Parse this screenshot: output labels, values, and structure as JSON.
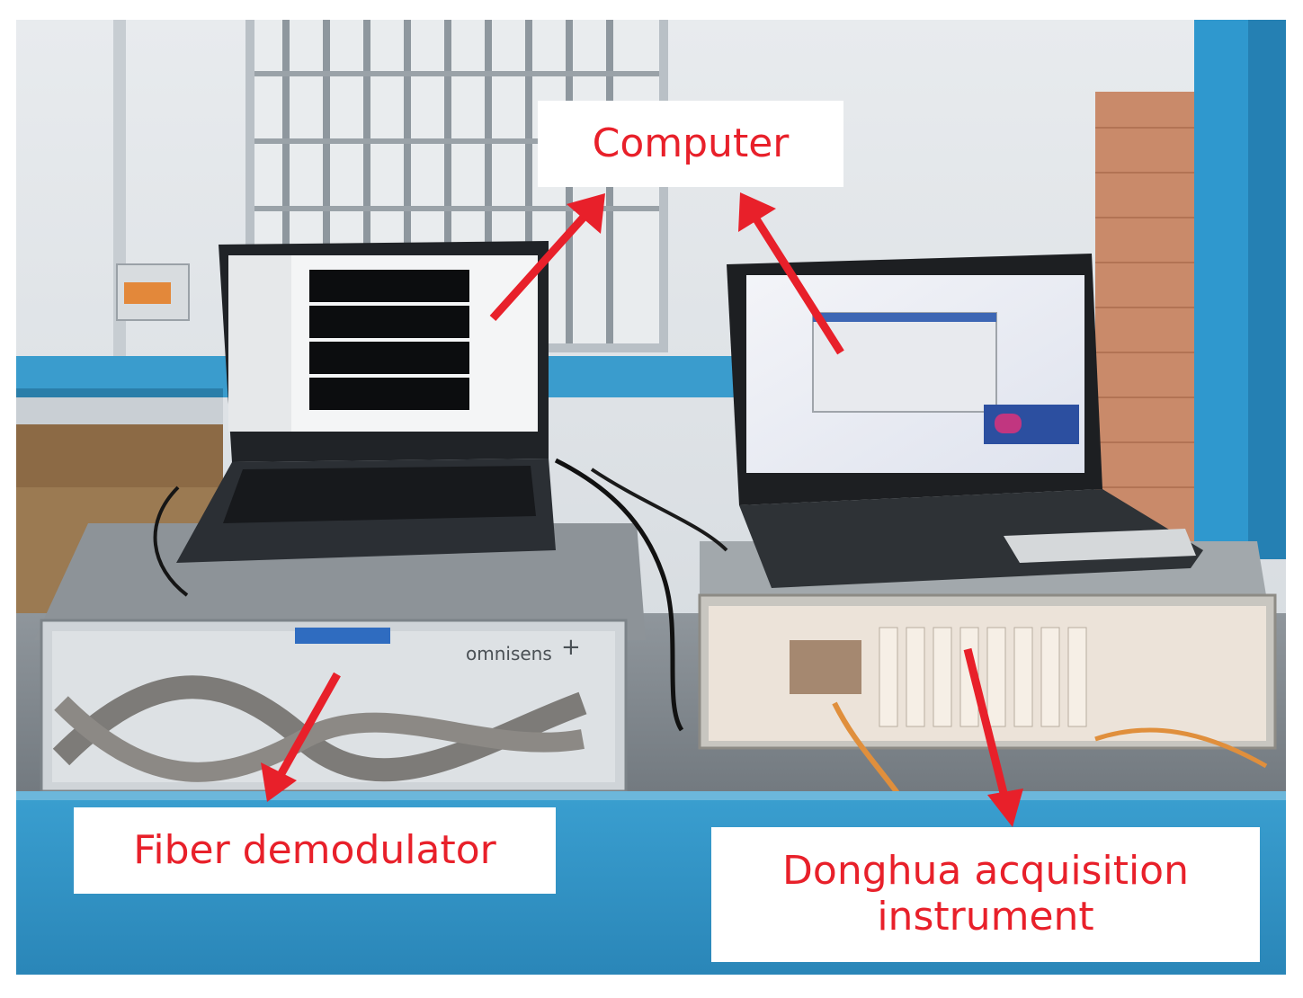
{
  "labels": {
    "computer": "Computer",
    "fiber_demodulator": "Fiber demodulator",
    "donghua_line1": "Donghua acquisition",
    "donghua_line2": "instrument"
  },
  "device_text": {
    "brand": "omnisens",
    "brand_mark": "+"
  },
  "colors": {
    "annotation_text": "#e8202a",
    "arrow": "#e8202a",
    "frame_blue": "#2f96c8",
    "label_background": "#ffffff"
  }
}
